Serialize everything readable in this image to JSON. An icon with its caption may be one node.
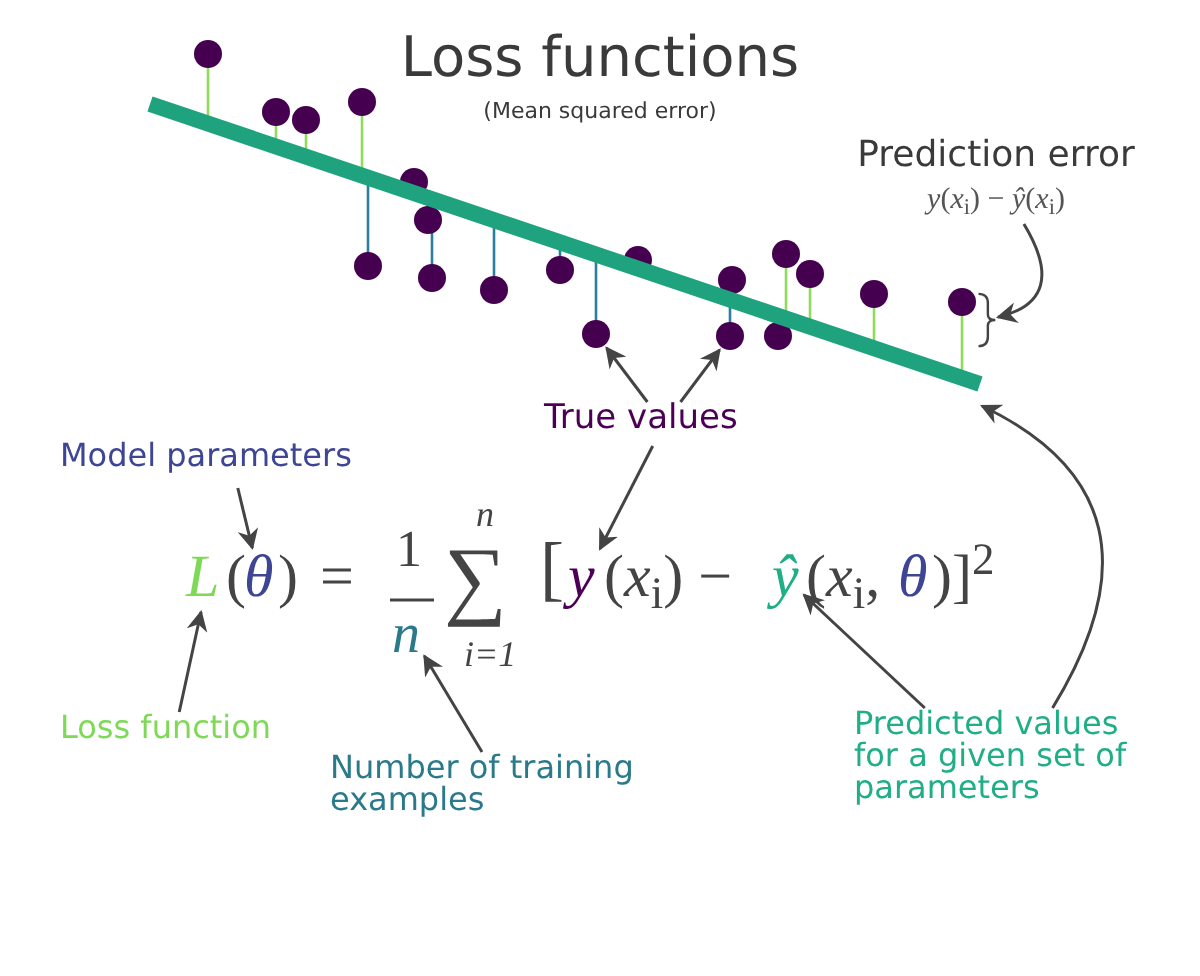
{
  "diagram": {
    "title": "Loss functions",
    "nodes": [
      {
        "text": [
          "Prediction error",
          "*y*(*x*$_{i}$) − *ŷ*(*x*$_{i}$)"
        ]
      },
      {
        "text": [],
        "shape": "brace"
      },
      {
        "text": [],
        "shape": "circle"
      },
      {
        "text": [],
        "shape": "circle"
      },
      {
        "text": [
          "True values"
        ]
      },
      {
        "text": [
          "Model parameters"
        ]
      },
      {
        "text": [
          "L"
        ]
      },
      {
        "text": [
          "θ"
        ]
      },
      {
        "text": [
          "n"
        ]
      },
      {
        "text": [
          "y"
        ]
      },
      {
        "text": [
          "ŷ"
        ]
      },
      {
        "text": [
          "Loss function"
        ]
      },
      {
        "text": [
          "Number of training examples"
        ]
      },
      {
        "text": [
          "Predicted values for a given set of parameters"
        ]
      }
    ],
    "edges": [
      {
        "from": 0,
        "to": 1,
        "arrow": "to"
      },
      {
        "from": 4,
        "to": 2,
        "arrow": "to"
      },
      {
        "from": 4,
        "to": 3,
        "arrow": "to"
      },
      {
        "from": 4,
        "to": 9,
        "arrow": "to"
      },
      {
        "from": 5,
        "to": 7,
        "arrow": "to"
      },
      {
        "from": 11,
        "to": 6,
        "arrow": "to"
      },
      {
        "from": 12,
        "to": 8,
        "arrow": "to"
      },
      {
        "from": 13,
        "to": 10,
        "arrow": "to"
      },
      {
        "from": 13,
        "to": null,
        "arrow": "to"
      }
    ],
    "labels": [
      "(Mean squared error)",
      "(",
      ")",
      "=",
      "1",
      "n",
      "∑",
      "i=1",
      "[",
      "(*x*$_{i}$) −",
      "(*x*$_{i}$,",
      "θ",
      ")]$^{2}$"
    ]
  }
}
